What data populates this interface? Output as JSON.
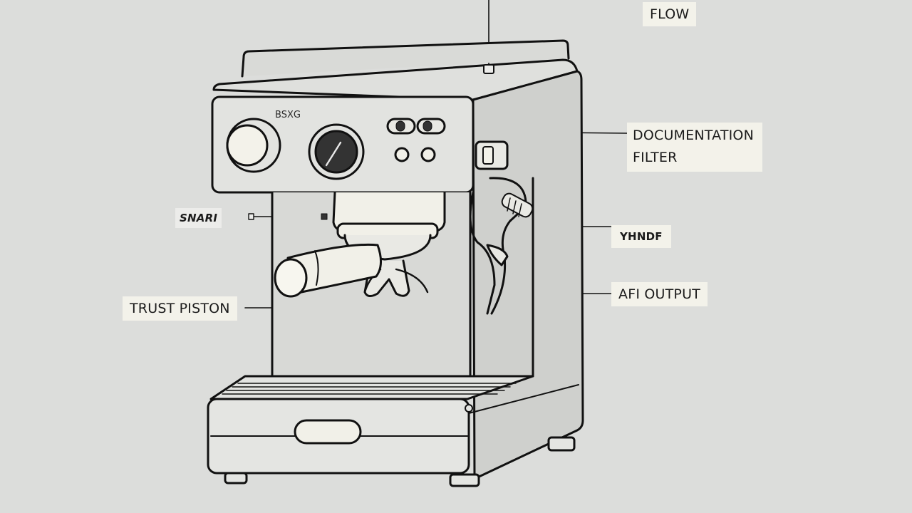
{
  "brand": "BSXG",
  "labels": {
    "flow": "FLOW",
    "documentation": "DOCUMENTATION",
    "filter": "FILTER",
    "snarl": "SNARI",
    "yhndf": "YHNDF",
    "afi_output": "AFI OUTPUT",
    "trust_piston": "TRUST PISTON"
  },
  "colors": {
    "background": "#dcdddb",
    "machine_fill": "#d6d7d4",
    "outline": "#111111",
    "label_bg": "#f3f2ea"
  }
}
